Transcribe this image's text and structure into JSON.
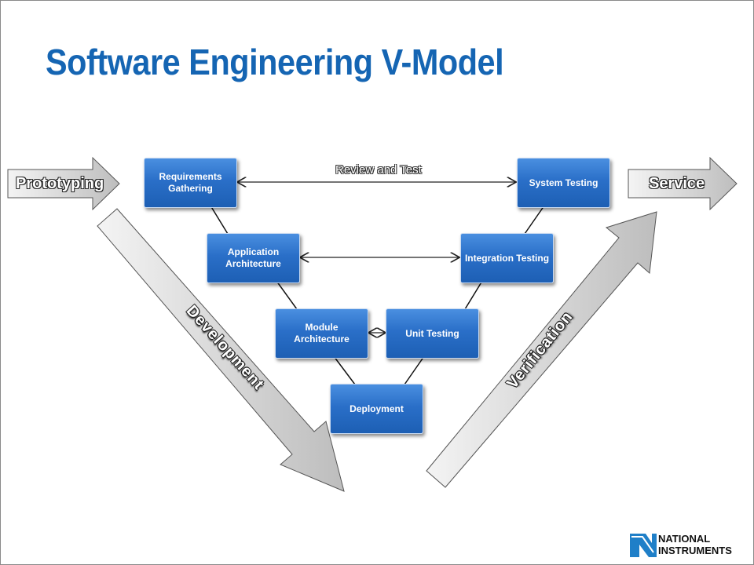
{
  "title": "Software Engineering V-Model",
  "review_label": "Review and Test",
  "side": {
    "left_label": "Prototyping",
    "right_label": "Service",
    "down_label": "Development",
    "up_label": "Verification"
  },
  "stages": {
    "requirements": "Requirements Gathering",
    "app_arch": "Application Architecture",
    "module_arch": "Module Architecture",
    "deployment": "Deployment",
    "unit_testing": "Unit Testing",
    "integration": "Integration Testing",
    "system": "System Testing"
  },
  "logo": {
    "line1": "NATIONAL",
    "line2": "INSTRUMENTS"
  },
  "colors": {
    "title": "#1565b3",
    "box": "#2a6fc8",
    "arrow": "#d8d8d8"
  }
}
